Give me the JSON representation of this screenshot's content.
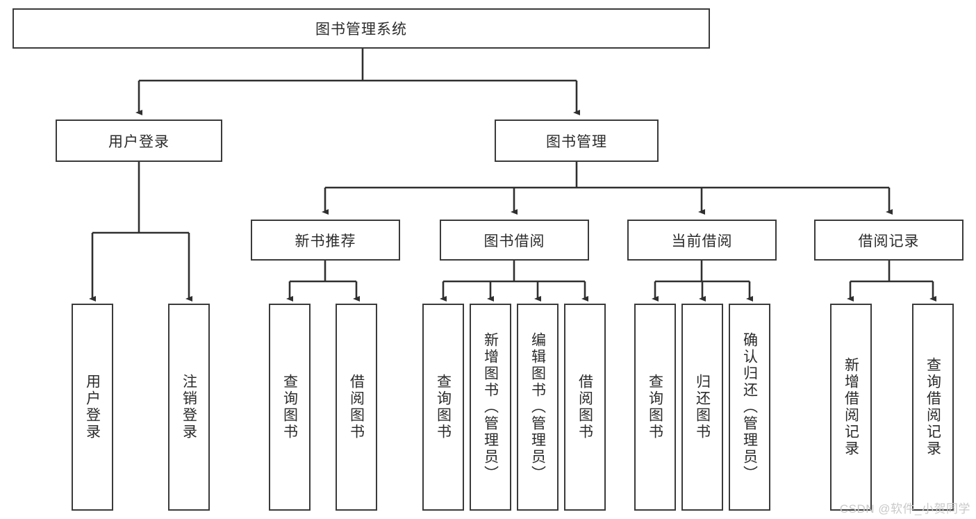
{
  "diagram": {
    "title": "图书管理系统",
    "type": "hierarchy-tree",
    "watermark": "CSDN @软件_小贺同学",
    "colors": {
      "box_border": "#3a3a3a",
      "box_fill": "#ffffff",
      "edge": "#2f2f2f",
      "text": "#2b2b2b",
      "watermark": "#c9c9c9",
      "background": "#ffffff"
    }
  },
  "nodes": {
    "root": {
      "label": "图书管理系统"
    },
    "level2": [
      {
        "label": "用户登录"
      },
      {
        "label": "图书管理"
      }
    ],
    "level3": [
      {
        "label": "新书推荐"
      },
      {
        "label": "图书借阅"
      },
      {
        "label": "当前借阅"
      },
      {
        "label": "借阅记录"
      }
    ],
    "leaves": {
      "user_login": [
        {
          "label": "用户登录"
        },
        {
          "label": "注销登录"
        }
      ],
      "new_book_recommend": [
        {
          "label": "查询图书"
        },
        {
          "label": "借阅图书"
        }
      ],
      "book_borrow": [
        {
          "label": "查询图书"
        },
        {
          "label": "新增图书（管理员）"
        },
        {
          "label": "编辑图书（管理员）"
        },
        {
          "label": "借阅图书"
        }
      ],
      "current_borrow": [
        {
          "label": "查询图书"
        },
        {
          "label": "归还图书"
        },
        {
          "label": "确认归还（管理员）"
        }
      ],
      "borrow_record": [
        {
          "label": "新增借阅记录"
        },
        {
          "label": "查询借阅记录"
        }
      ]
    }
  }
}
